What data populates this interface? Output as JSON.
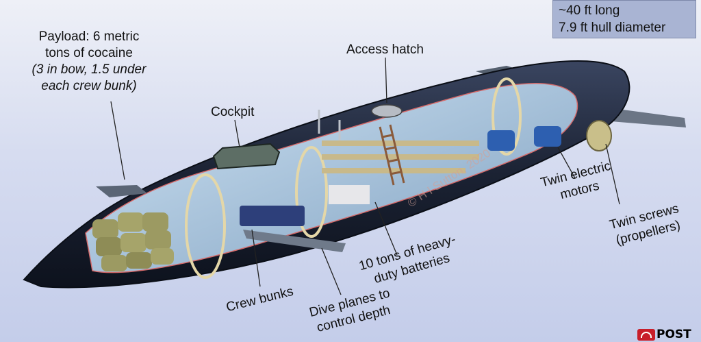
{
  "labels": {
    "payload_line1": "Payload: 6 metric",
    "payload_line2": "tons of cocaine",
    "payload_line3": "(3 in bow, 1.5 under",
    "payload_line4": "each crew bunk)",
    "cockpit": "Cockpit",
    "access_hatch": "Access hatch",
    "twin_motors_line1": "Twin electric",
    "twin_motors_line2": "motors",
    "twin_screws_line1": "Twin screws",
    "twin_screws_line2": "(propellers)",
    "batteries_line1": "10 tons of heavy-",
    "batteries_line2": "duty batteries",
    "crew_bunks": "Crew bunks",
    "dive_planes_line1": "Dive planes to",
    "dive_planes_line2": "control depth"
  },
  "specs": {
    "length": "~40 ft long",
    "diameter": "7.9 ft hull diameter"
  },
  "watermark": "© H I Sutton, 2020",
  "logo_text": "POST",
  "colors": {
    "hull": "#1b2233",
    "interior": "#a9c3dd",
    "cargo": "#9c9a62",
    "background_top": "#eef0f7",
    "background_bottom": "#c4cdea"
  }
}
